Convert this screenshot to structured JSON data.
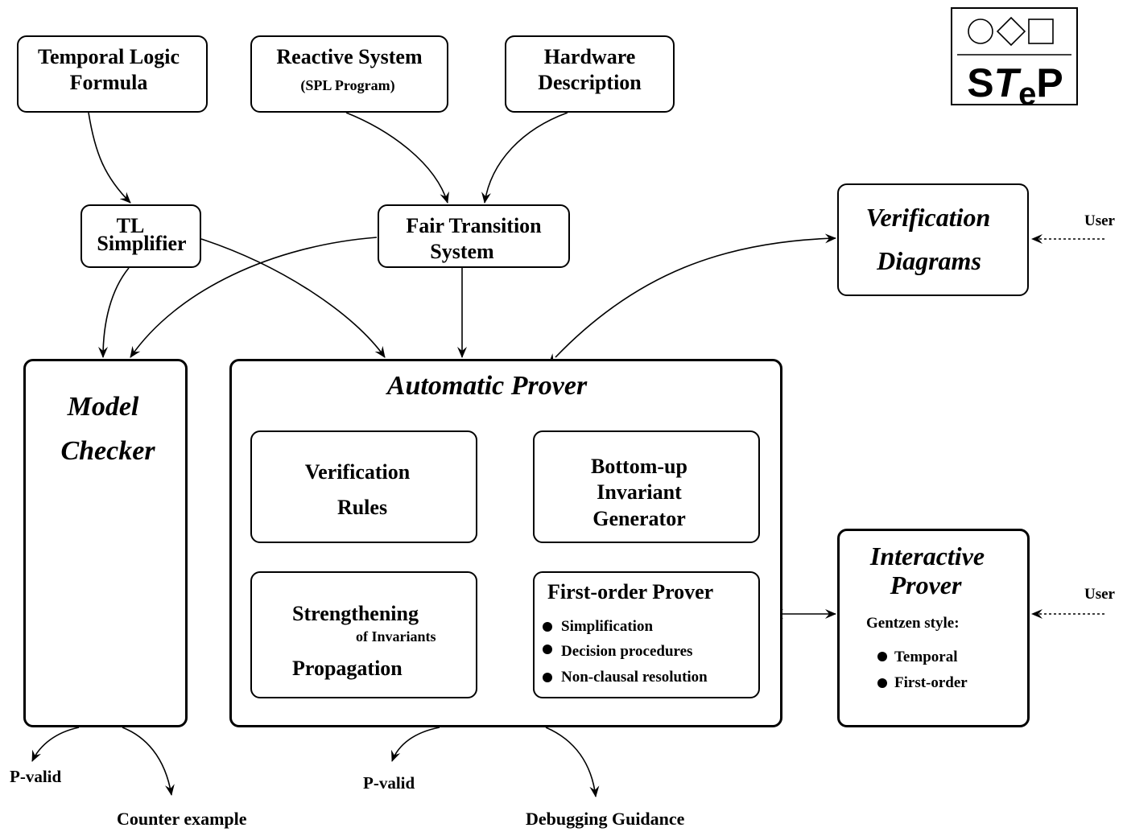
{
  "logo": {
    "s": "S",
    "t": "T",
    "e": "e",
    "p": "P"
  },
  "inputs": {
    "temporal_logic": [
      "Temporal Logic",
      "Formula"
    ],
    "reactive_system": "Reactive System",
    "reactive_system_sub": "(SPL Program)",
    "hardware": [
      "Hardware",
      "Description"
    ]
  },
  "tl_simplifier": [
    "TL",
    "Simplifier"
  ],
  "fair_transition": [
    "Fair Transition",
    "System"
  ],
  "verification_diagrams": [
    "Verification",
    "Diagrams"
  ],
  "model_checker": [
    "Model",
    "Checker"
  ],
  "automatic_prover": {
    "title": "Automatic Prover",
    "verification_rules": [
      "Verification",
      "Rules"
    ],
    "bottom_up": [
      "Bottom-up",
      "Invariant",
      "Generator"
    ],
    "strengthening": [
      "Strengthening",
      "of Invariants",
      "Propagation"
    ],
    "first_order": {
      "title": "First-order Prover",
      "items": [
        "Simplification",
        "Decision procedures",
        "Non-clausal resolution"
      ]
    }
  },
  "interactive_prover": {
    "title": [
      "Interactive",
      "Prover"
    ],
    "subtitle": "Gentzen style:",
    "items": [
      "Temporal",
      "First-order"
    ]
  },
  "user_labels": [
    "User",
    "User"
  ],
  "outputs": {
    "mc_pvalid": "P-valid",
    "counter_example": "Counter example",
    "ap_pvalid": "P-valid",
    "debugging": "Debugging Guidance"
  }
}
